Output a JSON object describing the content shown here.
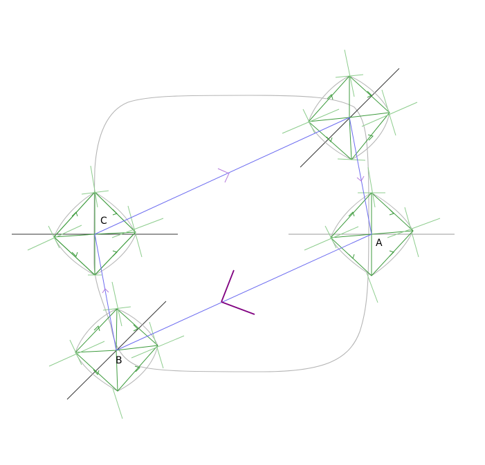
{
  "labels": {
    "a": "A",
    "b": "B",
    "c": "C"
  },
  "colors": {
    "background": "#ffffff",
    "outline": "#b4b4b4",
    "axis_dark": "#333333",
    "axis_light": "#999999",
    "construction": "#3c9a3c",
    "construction_light": "#8ccc8c",
    "edge": "#6b6bf0",
    "arrow": "#b57adb",
    "axis_mark": "#800080"
  }
}
